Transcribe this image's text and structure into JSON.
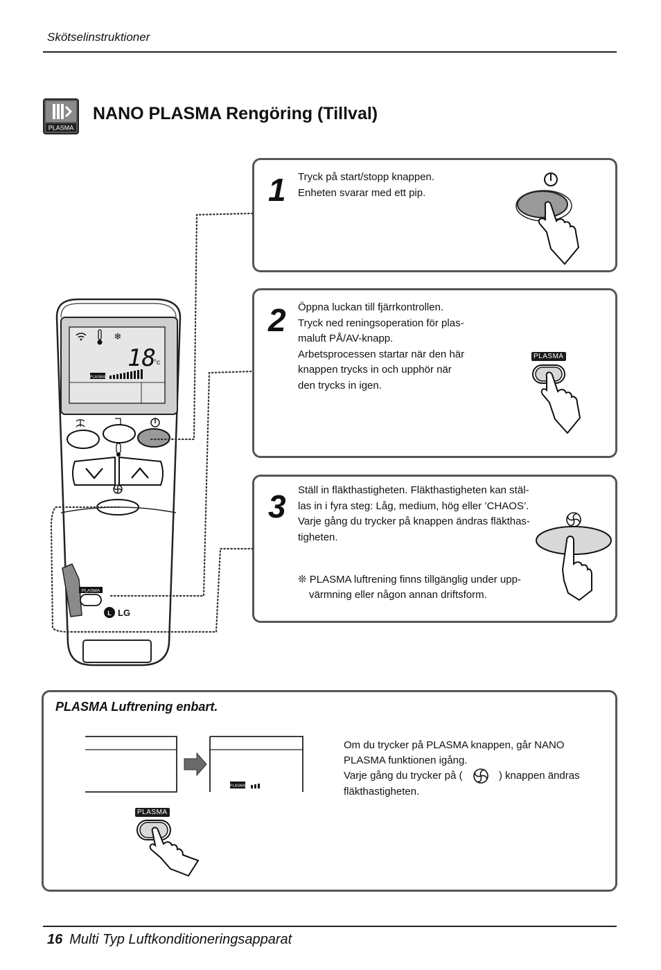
{
  "header": {
    "section": "Skötselinstruktioner"
  },
  "title": {
    "icon_label": "PLASMA",
    "text": "NANO PLASMA Rengöring (Tillval)"
  },
  "steps": [
    {
      "number": "1",
      "lines": [
        "Tryck på start/stopp knappen.",
        "Enheten svarar med ett pip."
      ],
      "icon": "power-button-press-icon"
    },
    {
      "number": "2",
      "lines": [
        "Öppna luckan till fjärrkontrollen.",
        "Tryck ned reningsoperation för plas-",
        "maluft PÅ/AV-knapp.",
        "Arbetsprocessen startar när den här",
        "knappen trycks in och upphör när",
        "den trycks in igen."
      ],
      "button_label": "PLASMA",
      "icon": "plasma-button-press-icon"
    },
    {
      "number": "3",
      "lines": [
        "Ställ in fläkthastigheten. Fläkthastigheten kan stäl-",
        "las in i fyra steg: Låg, medium, hög eller ’CHAOS’.",
        "Varje gång du trycker på knappen ändras fläkthas-",
        "tigheten."
      ],
      "note_lines": [
        "❊ PLASMA luftrening finns tillgänglig under upp-",
        "värmning eller någon annan driftsform."
      ],
      "icon": "fan-button-press-icon"
    }
  ],
  "remote": {
    "display_temp": "18",
    "display_unit": "°c",
    "display_plasma": "PLASMA",
    "door_button_label": "PLASMA",
    "brand": "LG"
  },
  "bottom": {
    "title": "PLASMA  Luftrening enbart.",
    "display_plasma": "PLASMA",
    "button_label": "PLASMA",
    "text_line1": "Om du trycker på PLASMA knappen, går NANO PLASMA funktionen igång.",
    "text_line2a": "Varje gång du trycker på (",
    "text_line2b": ") knappen ändras fläkthastigheten."
  },
  "footer": {
    "page": "16",
    "text": "Multi Typ Luftkonditioneringsapparat"
  }
}
